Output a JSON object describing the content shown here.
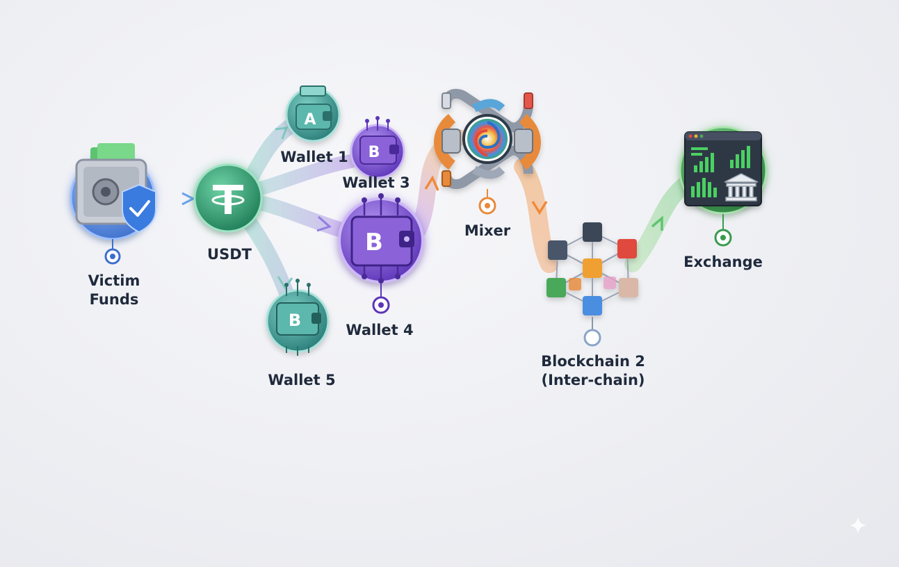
{
  "labels": {
    "victim_line1": "Victim",
    "victim_line2": "Funds",
    "usdt": "USDT",
    "wallet1": "Wallet 1",
    "wallet3": "Wallet 3",
    "wallet4": "Wallet 4",
    "wallet5": "Wallet 5",
    "mixer": "Mixer",
    "blockchain_line1": "Blockchain 2",
    "blockchain_line2": "(Inter-chain)",
    "exchange": "Exchange"
  },
  "glyphs": {
    "wallet1_letter": "A",
    "wallet3_letter": "B",
    "wallet4_letter": "B",
    "wallet5_letter": "B",
    "usdt_symbol": "T"
  },
  "icons": {
    "victim": "safe-vault-icon",
    "shield": "shield-check-icon",
    "usdt": "tether-token-icon",
    "wallet": "wallet-icon",
    "mixer": "mixer-pipes-icon",
    "blockchain": "blockchain-cubes-icon",
    "exchange": "exchange-dashboard-icon"
  },
  "colors": {
    "victim": "#4f7fd6",
    "usdt": "#2f9a6e",
    "wallet_teal": "#3a8f8a",
    "wallet_purple": "#7a4fd0",
    "mixer": "#e2883a",
    "blockchain": "#8a95a8",
    "exchange": "#3a9a4e",
    "text": "#1f2a3c"
  }
}
